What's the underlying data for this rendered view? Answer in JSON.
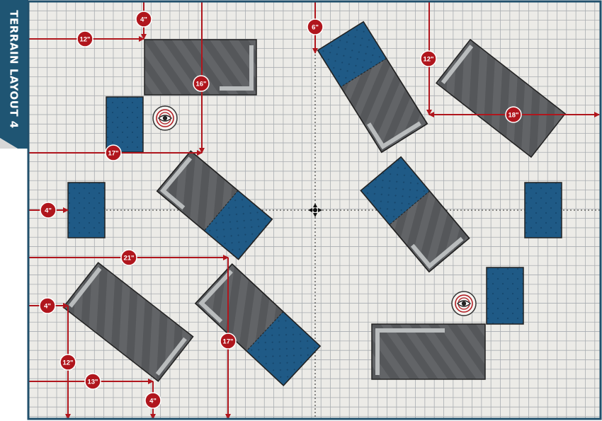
{
  "title": "TERRAIN LAYOUT 4",
  "colors": {
    "title_band": "#1f5573",
    "map_border": "#21506c",
    "grid_bg": "#ecebe7",
    "grid_line": "#a9adb1",
    "ruin_fill": "#626467",
    "ruin_stripe": "#55575a",
    "ruin_wall": "#b9bcbd",
    "blue_fill": "#1f5a86",
    "measure": "#b0161d",
    "badge": "#b0161d",
    "badge_text": "#ffffff"
  },
  "measurements": [
    {
      "id": "m4-top",
      "label": "4\""
    },
    {
      "id": "m12-top",
      "label": "12\""
    },
    {
      "id": "m16",
      "label": "16\""
    },
    {
      "id": "m17-mid",
      "label": "17\""
    },
    {
      "id": "m6",
      "label": "6\""
    },
    {
      "id": "m12-right",
      "label": "12\""
    },
    {
      "id": "m18",
      "label": "18\""
    },
    {
      "id": "m4-mid",
      "label": "4\""
    },
    {
      "id": "m21",
      "label": "21\""
    },
    {
      "id": "m4-low",
      "label": "4\""
    },
    {
      "id": "m12-low",
      "label": "12\""
    },
    {
      "id": "m13",
      "label": "13\""
    },
    {
      "id": "m4-bottom",
      "label": "4\""
    },
    {
      "id": "m17-low",
      "label": "17\""
    }
  ],
  "objective_markers": [
    {
      "id": "objective-left",
      "icon": "eye-icon"
    },
    {
      "id": "objective-right",
      "icon": "eye-icon"
    }
  ],
  "center_marker": {
    "icon": "crosshair-icon"
  }
}
